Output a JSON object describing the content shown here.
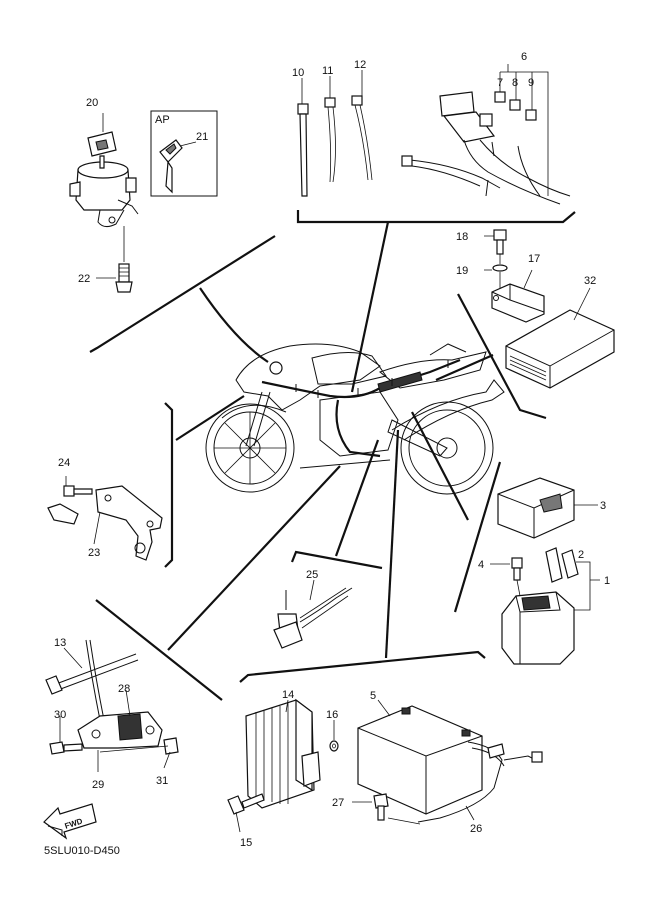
{
  "diagram_code": "5SLU010-D450",
  "fwd_label": "FWD",
  "ap_label": "AP",
  "callouts": {
    "c1": "1",
    "c2": "2",
    "c3": "3",
    "c4": "4",
    "c5": "5",
    "c6": "6",
    "c7": "7",
    "c8": "8",
    "c9": "9",
    "c10": "10",
    "c11": "11",
    "c12": "12",
    "c13": "13",
    "c14": "14",
    "c15": "15",
    "c16": "16",
    "c17": "17",
    "c18": "18",
    "c19": "19",
    "c20": "20",
    "c21": "21",
    "c22": "22",
    "c23": "23",
    "c24": "24",
    "c25": "25",
    "c26": "26",
    "c27": "27",
    "c28": "28",
    "c29": "29",
    "c30": "30",
    "c31": "31",
    "c32": "32"
  }
}
